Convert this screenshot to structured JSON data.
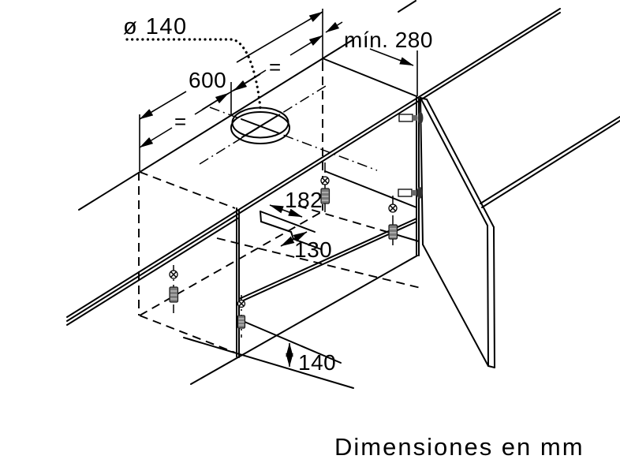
{
  "diagram": {
    "caption": "Dimensiones en mm",
    "labels": {
      "hole_diameter": "ø 140",
      "width_600": "600",
      "equal_left": "=",
      "equal_right": "=",
      "min_280": "mín. 280",
      "dim_182": "182",
      "dim_130": "130",
      "dim_140": "140"
    },
    "colors": {
      "line": "#000000",
      "background": "#ffffff",
      "screw_fill": "#7a7a7a"
    }
  }
}
